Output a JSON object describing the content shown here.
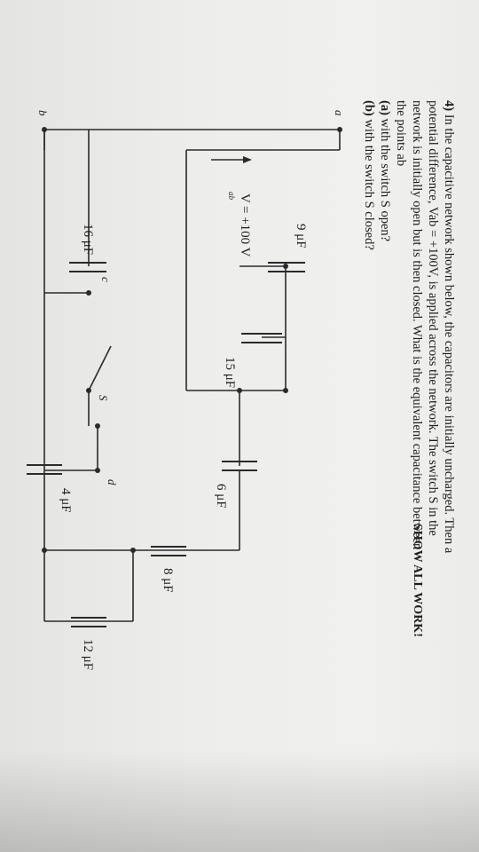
{
  "question": {
    "number": "4)",
    "lines": [
      "In the capacitive network shown below, the capacitors are initially uncharged. Then a",
      "potential difference, Vab = +100V, is applied across the network. The switch S in the",
      "network is initially open but is then closed. What is the equivalent capacitance between",
      "the points  ab"
    ],
    "part_a": {
      "label": "(a)",
      "text": "with the switch S open?"
    },
    "part_b": {
      "label": "(b)",
      "text": "with the switch S closed?"
    }
  },
  "show_work": "SHOW ALL WORK!",
  "circuit": {
    "node_a": "a",
    "node_b": "b",
    "node_c": "c",
    "node_d": "d",
    "switch": "S",
    "voltage": "V",
    "voltage_sub": "ab",
    "voltage_value": "= +100 V",
    "capacitors": {
      "c9": "9 μF",
      "c15": "15 μF",
      "c16": "16 μF",
      "c6": "6 μF",
      "c4": "4 μF",
      "c8": "8 μF",
      "c12": "12 μF"
    }
  }
}
